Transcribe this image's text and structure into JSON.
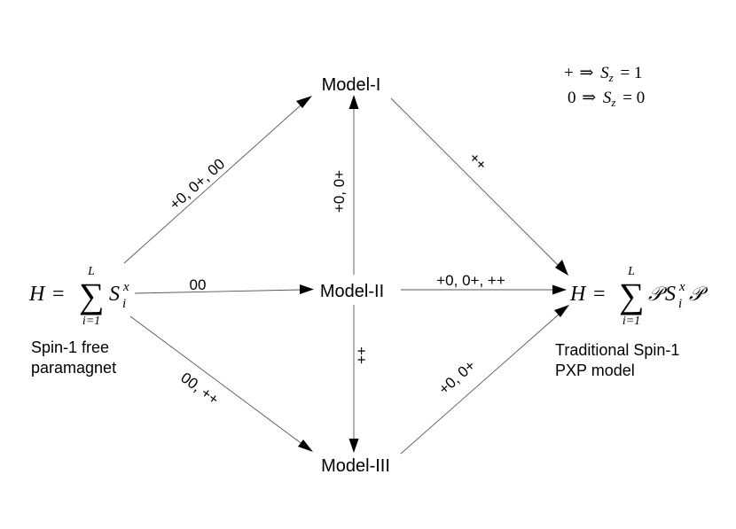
{
  "legend": {
    "line1_symbol": "+",
    "line1_arrow": "⇒",
    "line1_var": "S",
    "line1_sub": "z",
    "line1_rhs": "= 1",
    "line2_symbol": "0",
    "line2_arrow": "⇒",
    "line2_var": "S",
    "line2_sub": "z",
    "line2_rhs": "= 0"
  },
  "nodes": {
    "model1": "Model-I",
    "model2": "Model-II",
    "model3": "Model-III"
  },
  "left_hamiltonian": {
    "lhs": "H",
    "eq": "=",
    "sum": "∑",
    "upper": "L",
    "lower": "i=1",
    "op": "S",
    "sup": "x",
    "sub": "i",
    "caption_line1": "Spin-1 free",
    "caption_line2": "paramagnet"
  },
  "right_hamiltonian": {
    "lhs": "H",
    "eq": "=",
    "sum": "∑",
    "upper": "L",
    "lower": "i=1",
    "proj": "𝒫",
    "op": "S",
    "sup": "x",
    "sub": "i",
    "caption_line1": "Traditional Spin-1",
    "caption_line2": "PXP model"
  },
  "edges": {
    "left_to_model1": "+0, 0+, 00",
    "left_to_model2": "00",
    "left_to_model3": "00, ++",
    "model2_to_model1": "+0, 0+",
    "model2_to_model3": "++",
    "model1_to_right": "++",
    "model2_to_right": "+0, 0+, ++",
    "model3_to_right": "+0, 0+"
  }
}
